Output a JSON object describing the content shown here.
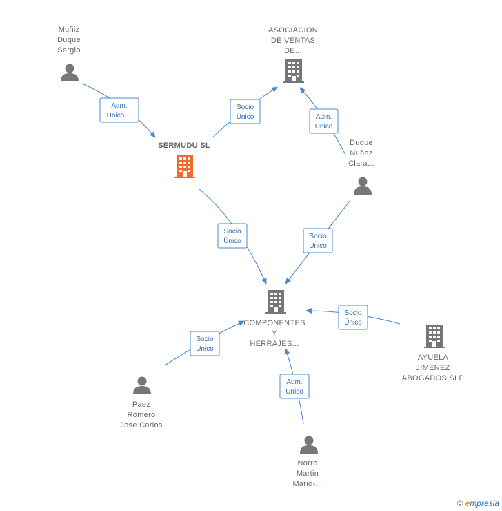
{
  "colors": {
    "node": "#777777",
    "main": "#f26a2e",
    "edge": "#4a8ad4",
    "text": "#666666"
  },
  "nodes": {
    "munoz": {
      "type": "person",
      "lines": [
        "Muñiz",
        "Duque",
        "Sergio"
      ]
    },
    "asociacion": {
      "type": "company",
      "lines": [
        "ASOCIACION",
        "DE VENTAS",
        "DE..."
      ]
    },
    "sermudu": {
      "type": "company-main",
      "lines": [
        "SERMUDU  SL"
      ]
    },
    "duque": {
      "type": "person",
      "lines": [
        "Duque",
        "Nuñez",
        "Clara..."
      ]
    },
    "componentes": {
      "type": "company",
      "lines": [
        "COMPONENTES",
        "Y",
        "HERRAJES..."
      ]
    },
    "ayuela": {
      "type": "company",
      "lines": [
        "AYUELA",
        "JIMENEZ",
        "ABOGADOS  SLP"
      ]
    },
    "paez": {
      "type": "person",
      "lines": [
        "Paez",
        "Romero",
        "Jose Carlos"
      ]
    },
    "norro": {
      "type": "person",
      "lines": [
        "Norro",
        "Martin",
        "Mario-..."
      ]
    }
  },
  "edges": {
    "munoz_sermudu": [
      "Adm.",
      "Unico,..."
    ],
    "sermudu_asociacion": [
      "Socio",
      "Único"
    ],
    "duque_asociacion": [
      "Adm.",
      "Unico"
    ],
    "sermudu_componentes": [
      "Socio",
      "Único"
    ],
    "duque_componentes": [
      "Socio",
      "Único"
    ],
    "ayuela_componentes": [
      "Socio",
      "Único"
    ],
    "paez_componentes": [
      "Socio",
      "Único"
    ],
    "norro_componentes": [
      "Adm.",
      "Unico"
    ]
  },
  "brand": {
    "copyright": "©",
    "name_initial": "e",
    "name_rest": "mpresia"
  }
}
